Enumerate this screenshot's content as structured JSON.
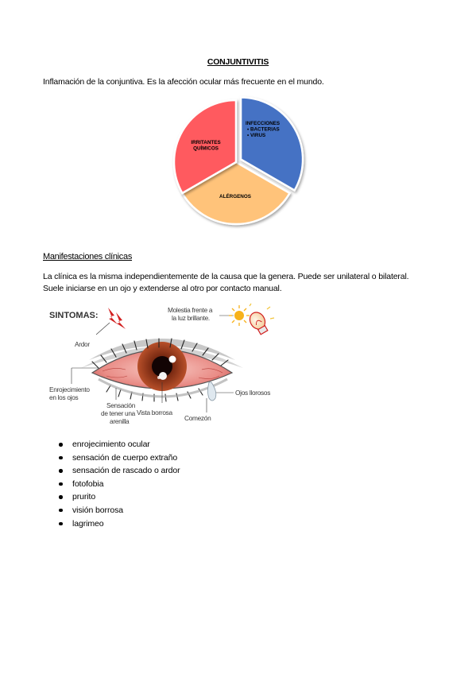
{
  "document": {
    "title": "CONJUNTIVITIS",
    "intro": "Inflamación de la conjuntiva. Es la afección ocular más frecuente en el mundo.",
    "section_heading": "Manifestaciones clínicas",
    "section_text_1": "La clínica es la misma independientemente de la causa que la genera. Puede ser unilateral o bilateral.",
    "section_text_2": "Suele iniciarse en un ojo y extenderse al otro por contacto manual.",
    "symptoms": [
      "enrojecimiento ocular",
      "sensación de cuerpo extraño",
      "sensación de rascado o ardor",
      "fotofobia",
      "prurito",
      "visión borrosa",
      "lagrimeo"
    ]
  },
  "chart_data": {
    "type": "pie",
    "slices": [
      {
        "label_lines": [
          "INFECCIONES",
          "• BACTERIAS",
          "• VIRUS"
        ],
        "value": 33.3,
        "color": "#4472c4",
        "exploded": true
      },
      {
        "label_lines": [
          "ALÉRGENOS"
        ],
        "value": 33.3,
        "color": "#ffc37a"
      },
      {
        "label_lines": [
          "IRRITANTES",
          "QUÍMICOS"
        ],
        "value": 33.3,
        "color": "#ff5a5f"
      }
    ]
  },
  "figure": {
    "heading": "SINTOMAS:",
    "labels": {
      "photophobia_1": "Molestia frente a",
      "photophobia_2": "la luz brillante.",
      "burning": "Ardor",
      "redness_1": "Enrojecimiento",
      "redness_2": "en los ojos",
      "sand_1": "Sensación",
      "sand_2": "de tener una",
      "sand_3": "arenilla",
      "blurred": "Vista borrosa",
      "itch": "Comezón",
      "tears": "Ojos llorosos"
    }
  }
}
